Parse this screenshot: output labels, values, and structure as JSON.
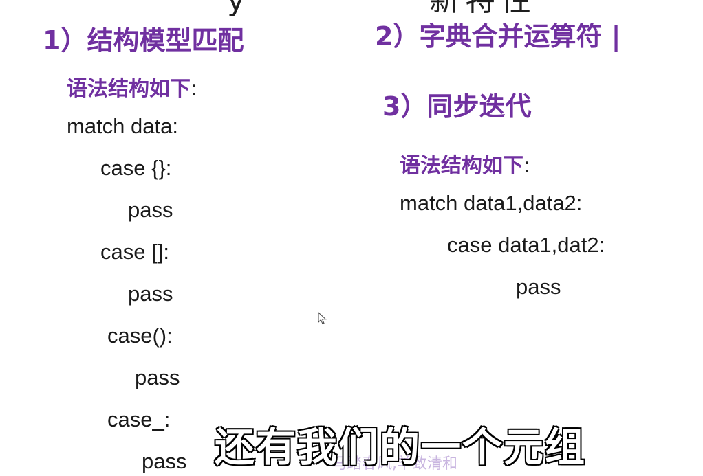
{
  "slide": {
    "title_partial_left": "y",
    "title_partial_right": "新特性"
  },
  "left": {
    "heading": "1）结构模型匹配",
    "syntax_label": "语法结构如下",
    "syntax_colon": ":",
    "code": {
      "line1": "match data:",
      "line2": "case {}:",
      "line3": "pass",
      "line4": "case []:",
      "line5": "pass",
      "line6": "case():",
      "line7": "pass",
      "line8": "case_:",
      "line9": "pass"
    }
  },
  "right": {
    "heading2": "2）字典合并运算符 |",
    "heading3": "3）同步迭代",
    "syntax_label": "语法结构如下",
    "syntax_colon": ":",
    "code": {
      "line1": "match data1,data2:",
      "line2": "case data1,dat2:",
      "line3": "pass"
    }
  },
  "overlay": {
    "watermark": "马踏春风,羊致清和",
    "subtitle": "还有我们的一个元组"
  },
  "icons": {
    "cursor": "mouse-pointer-icon"
  }
}
